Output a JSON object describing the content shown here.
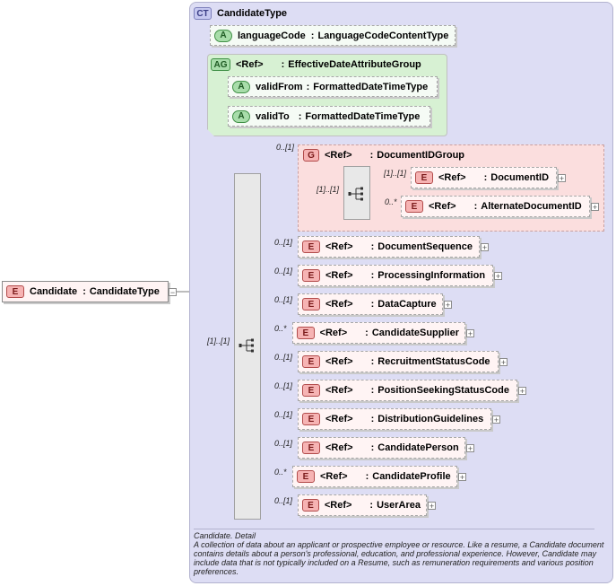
{
  "root": {
    "badge": "E",
    "name": "Candidate",
    "type": "CandidateType"
  },
  "complex_type": {
    "badge": "CT",
    "name": "CandidateType"
  },
  "language_attr": {
    "badge": "A",
    "name": "languageCode",
    "type": "LanguageCodeContentType"
  },
  "attr_group": {
    "badge": "AG",
    "ref": "<Ref>",
    "type": "EffectiveDateAttributeGroup",
    "attributes": [
      {
        "badge": "A",
        "name": "validFrom",
        "type": "FormattedDateTimeType"
      },
      {
        "badge": "A",
        "name": "validTo",
        "type": "FormattedDateTimeType"
      }
    ]
  },
  "sequence_mult": "[1]..[1]",
  "document_group": {
    "badge": "G",
    "ref": "<Ref>",
    "name": "DocumentIDGroup",
    "mult": "0..[1]",
    "choice_mult": "[1]..[1]",
    "children": [
      {
        "badge": "E",
        "ref": "<Ref>",
        "name": "DocumentID",
        "mult": "[1]..[1]"
      },
      {
        "badge": "E",
        "ref": "<Ref>",
        "name": "AlternateDocumentID",
        "mult": "0..*"
      }
    ]
  },
  "elements": [
    {
      "badge": "E",
      "ref": "<Ref>",
      "name": "DocumentSequence",
      "mult": "0..[1]"
    },
    {
      "badge": "E",
      "ref": "<Ref>",
      "name": "ProcessingInformation",
      "mult": "0..[1]"
    },
    {
      "badge": "E",
      "ref": "<Ref>",
      "name": "DataCapture",
      "mult": "0..[1]"
    },
    {
      "badge": "E",
      "ref": "<Ref>",
      "name": "CandidateSupplier",
      "mult": "0..*"
    },
    {
      "badge": "E",
      "ref": "<Ref>",
      "name": "RecruitmentStatusCode",
      "mult": "0..[1]"
    },
    {
      "badge": "E",
      "ref": "<Ref>",
      "name": "PositionSeekingStatusCode",
      "mult": "0..[1]"
    },
    {
      "badge": "E",
      "ref": "<Ref>",
      "name": "DistributionGuidelines",
      "mult": "0..[1]"
    },
    {
      "badge": "E",
      "ref": "<Ref>",
      "name": "CandidatePerson",
      "mult": "0..[1]"
    },
    {
      "badge": "E",
      "ref": "<Ref>",
      "name": "CandidateProfile",
      "mult": "0..*"
    },
    {
      "badge": "E",
      "ref": "<Ref>",
      "name": "UserArea",
      "mult": "0..[1]"
    }
  ],
  "documentation": {
    "title": "Candidate. Detail",
    "text": "A collection of data about an applicant or prospective employee or resource.  Like a resume, a Candidate document contains details about a person's professional, education, and professional experience. However, Candidate may include data that is not typically included on a Resume, such as remuneration requirements and various position preferences."
  },
  "expand_glyph": "+",
  "collapse_glyph": "−"
}
